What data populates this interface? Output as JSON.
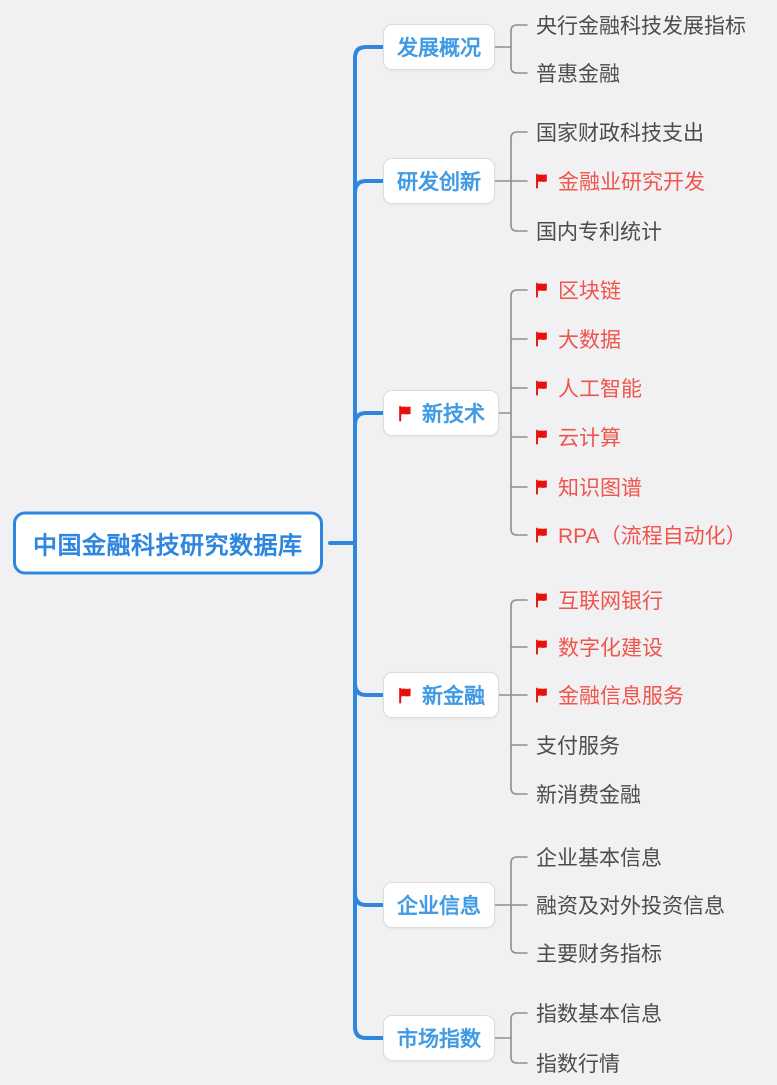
{
  "root": {
    "label": "中国金融科技研究数据库"
  },
  "colors": {
    "background": "#f1f1f3",
    "trunk_blue": "#2e86df",
    "branch_text_blue": "#419be4",
    "connector_gray": "#8f8f8f",
    "leaf_text_gray": "#4d4d4d",
    "highlight_red": "#f0544c",
    "flag_red": "#e8100c"
  },
  "branches": [
    {
      "label": "发展概况",
      "flagged": false,
      "children": [
        {
          "label": "央行金融科技发展指标",
          "flagged": false
        },
        {
          "label": "普惠金融",
          "flagged": false
        }
      ]
    },
    {
      "label": "研发创新",
      "flagged": false,
      "children": [
        {
          "label": "国家财政科技支出",
          "flagged": false
        },
        {
          "label": "金融业研究开发",
          "flagged": true
        },
        {
          "label": "国内专利统计",
          "flagged": false
        }
      ]
    },
    {
      "label": "新技术",
      "flagged": true,
      "children": [
        {
          "label": "区块链",
          "flagged": true
        },
        {
          "label": "大数据",
          "flagged": true
        },
        {
          "label": "人工智能",
          "flagged": true
        },
        {
          "label": "云计算",
          "flagged": true
        },
        {
          "label": "知识图谱",
          "flagged": true
        },
        {
          "label": "RPA（流程自动化）",
          "flagged": true
        }
      ]
    },
    {
      "label": "新金融",
      "flagged": true,
      "children": [
        {
          "label": "互联网银行",
          "flagged": true
        },
        {
          "label": "数字化建设",
          "flagged": true
        },
        {
          "label": "金融信息服务",
          "flagged": true
        },
        {
          "label": "支付服务",
          "flagged": false
        },
        {
          "label": "新消费金融",
          "flagged": false
        }
      ]
    },
    {
      "label": "企业信息",
      "flagged": false,
      "children": [
        {
          "label": "企业基本信息",
          "flagged": false
        },
        {
          "label": "融资及对外投资信息",
          "flagged": false
        },
        {
          "label": "主要财务指标",
          "flagged": false
        }
      ]
    },
    {
      "label": "市场指数",
      "flagged": false,
      "children": [
        {
          "label": "指数基本信息",
          "flagged": false
        },
        {
          "label": "指数行情",
          "flagged": false
        }
      ]
    }
  ]
}
